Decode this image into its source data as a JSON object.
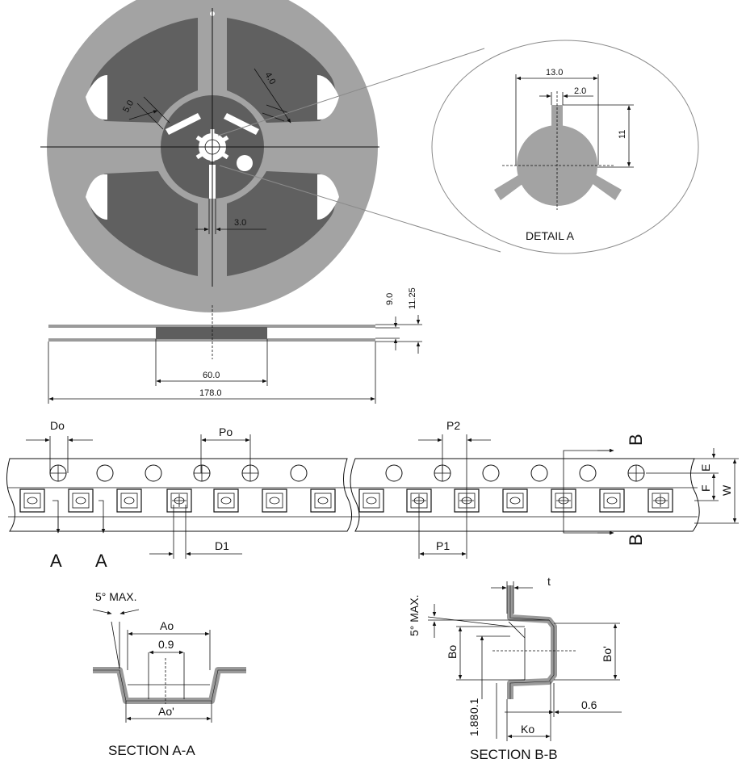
{
  "reel": {
    "dim_5_0": "5.0",
    "dim_4_0": "4.0",
    "dim_3_0": "3.0"
  },
  "detail": {
    "caption": "DETAIL A",
    "dim_13_0": "13.0",
    "dim_2_0": "2.0",
    "dim_11": "11"
  },
  "side_view": {
    "dim_9_0": "9.0",
    "dim_11_25": "11.25",
    "dim_60_0": "60.0",
    "dim_178_0": "178.0"
  },
  "tape": {
    "do": "Do",
    "po": "Po",
    "p2": "P2",
    "p1": "P1",
    "d1": "D1",
    "e": "E",
    "f": "F",
    "w": "W",
    "section_a_left": "A",
    "section_a_right": "A",
    "section_b_top": "B",
    "section_b_bottom": "B"
  },
  "section_aa": {
    "angle": "5° MAX.",
    "ao": "Ao",
    "dim_0_9": "0.9",
    "ao_prime": "Ao'",
    "caption": "SECTION A-A"
  },
  "section_bb": {
    "t": "t",
    "angle": "5° MAX.",
    "bo": "Bo",
    "bo_prime": "Bo'",
    "dim_0_1": "0.1",
    "dim_1_88": "1.88",
    "dim_0_6": "0.6",
    "ko": "Ko",
    "caption": "SECTION B-B"
  }
}
